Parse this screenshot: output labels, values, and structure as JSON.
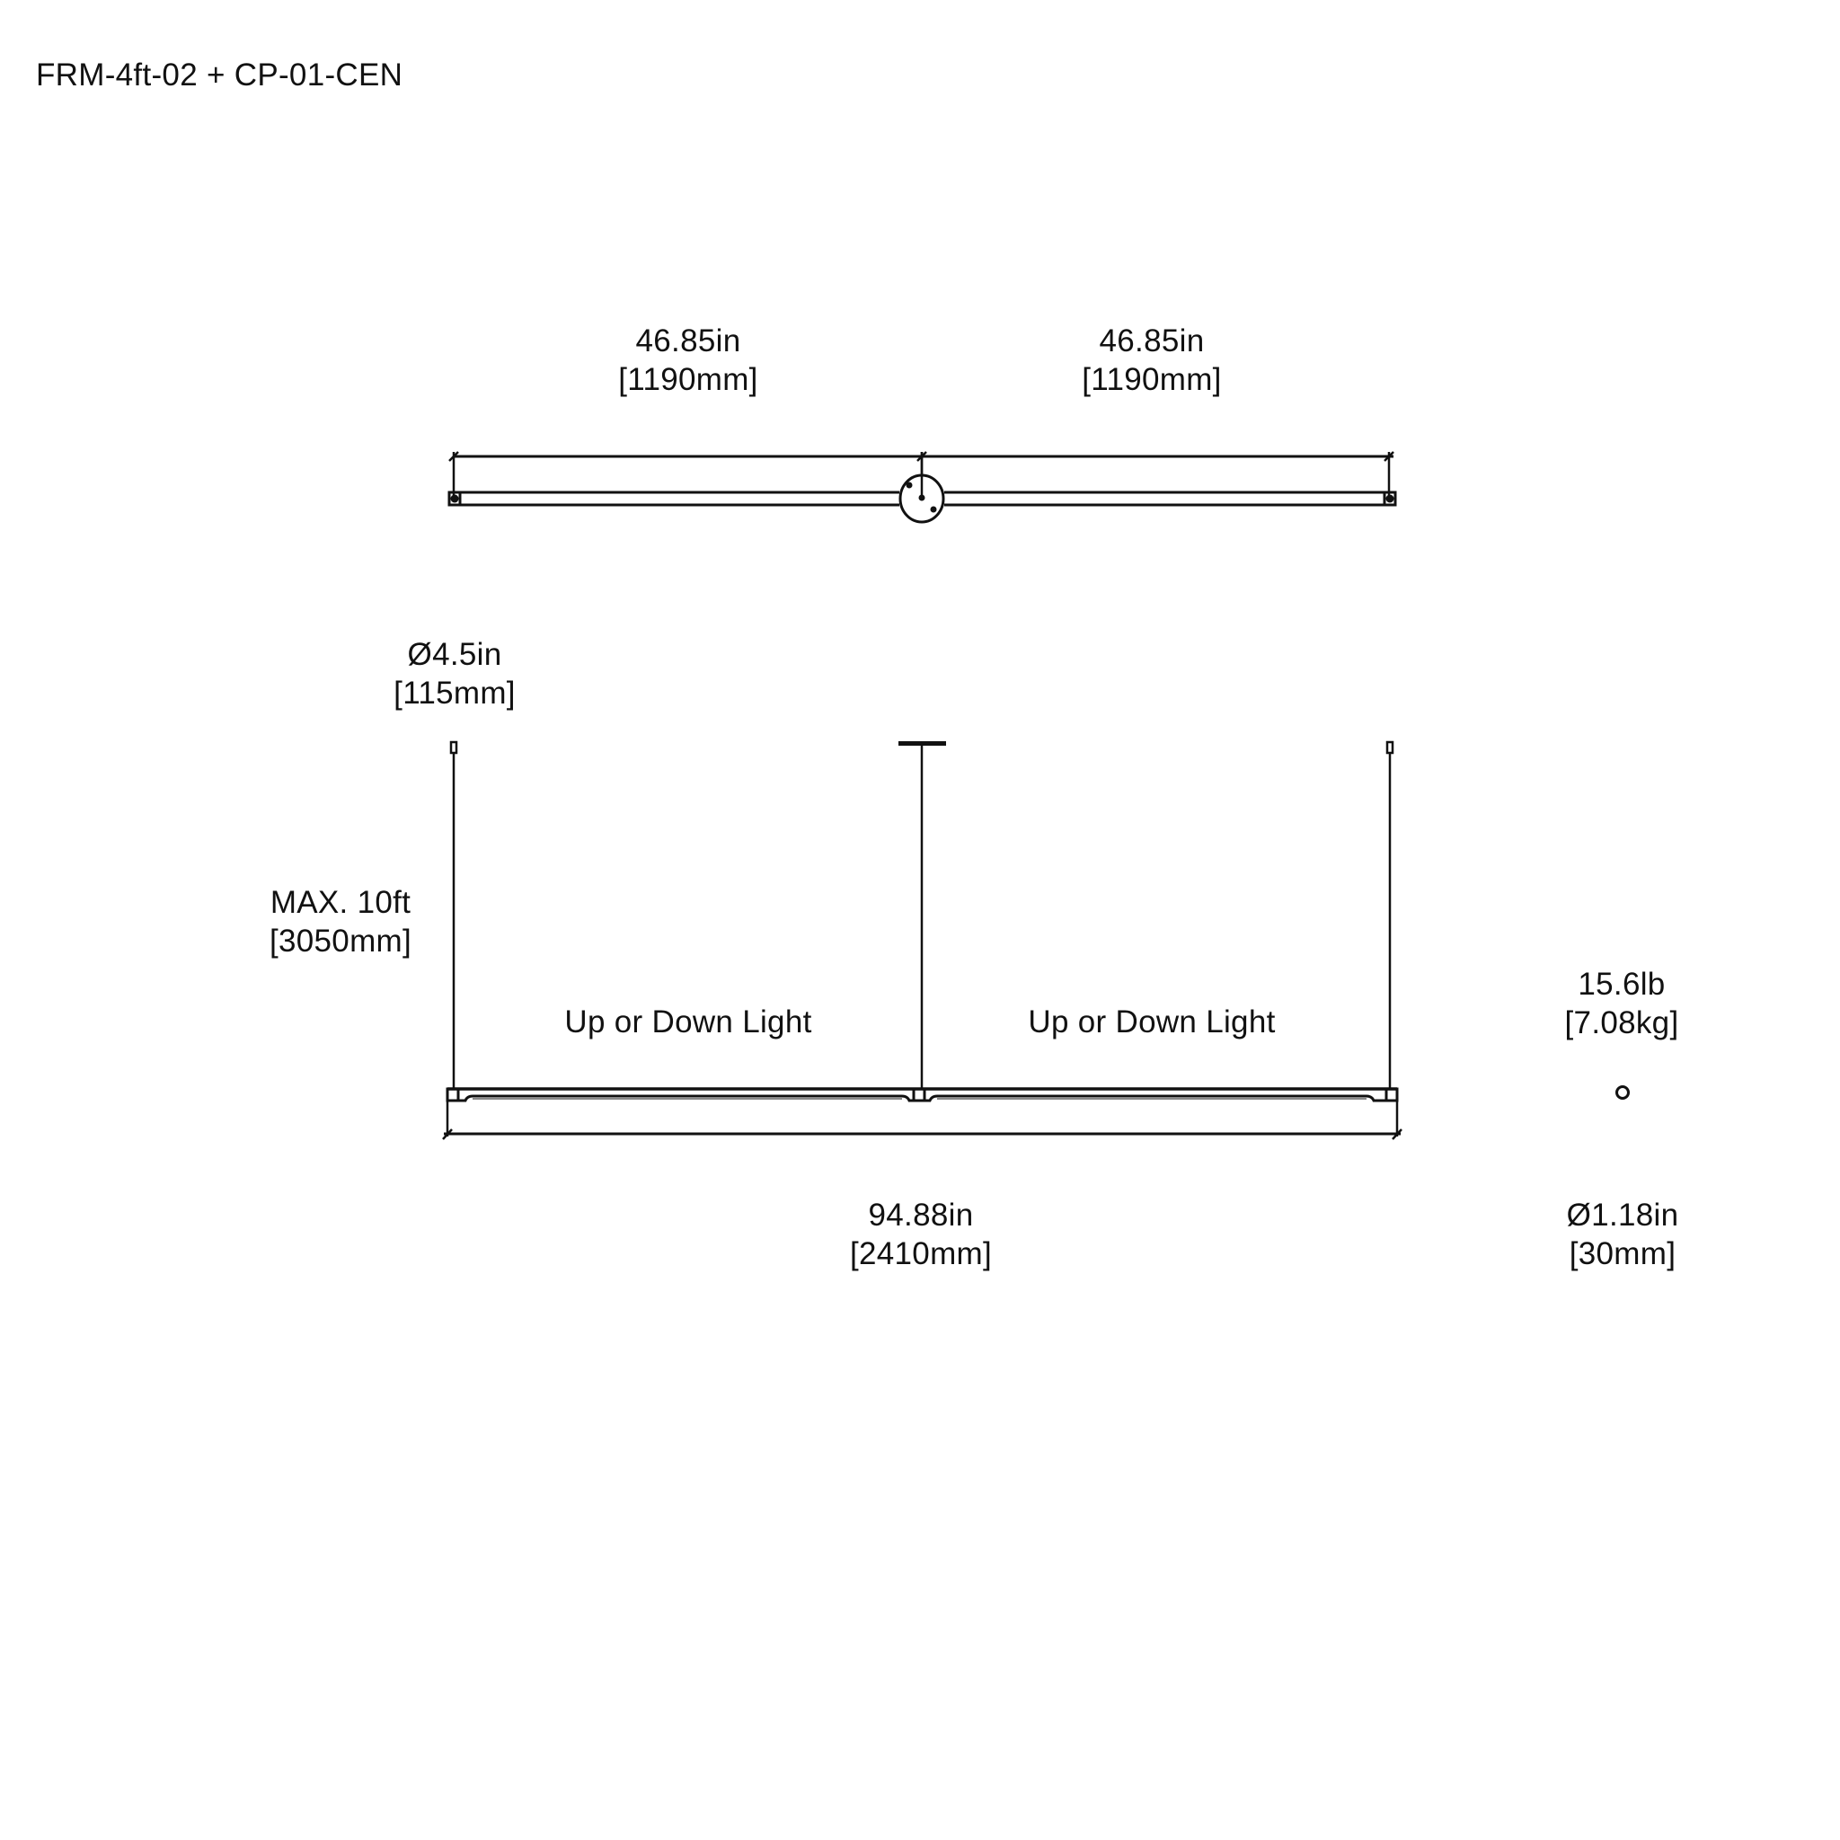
{
  "title": "FRM-4ft-02 + CP-01-CEN",
  "plan_view": {
    "left_segment": {
      "imperial": "46.85in",
      "metric": "[1190mm]"
    },
    "right_segment": {
      "imperial": "46.85in",
      "metric": "[1190mm]"
    }
  },
  "elevation_view": {
    "canopy": {
      "imperial": "Ø4.5in",
      "metric": "[115mm]"
    },
    "max_drop": {
      "imperial": "MAX. 10ft",
      "metric": "[3050mm]"
    },
    "left_section_label": "Up or Down Light",
    "right_section_label": "Up or Down Light",
    "overall_length": {
      "imperial": "94.88in",
      "metric": "[2410mm]"
    }
  },
  "side_profile": {
    "weight": {
      "imperial": "15.6lb",
      "metric": "[7.08kg]"
    },
    "diameter": {
      "imperial": "Ø1.18in",
      "metric": "[30mm]"
    }
  },
  "colors": {
    "line": "#111111",
    "background": "#ffffff",
    "lens": "#888888"
  }
}
